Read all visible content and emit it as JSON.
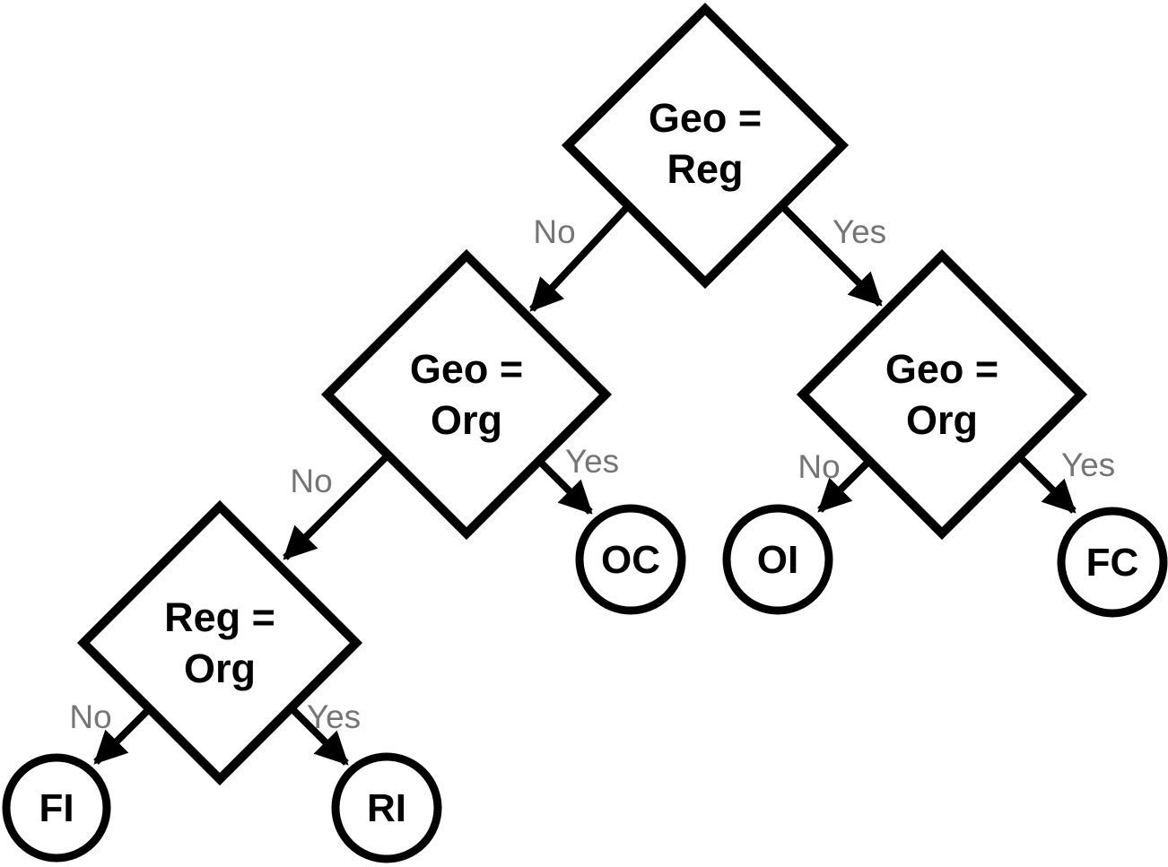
{
  "diagram": {
    "type": "decision-tree",
    "colors": {
      "background": "#ffffff",
      "node_stroke": "#000000",
      "node_fill": "#ffffff",
      "node_text": "#000000",
      "edge_stroke": "#000000",
      "edge_label_text": "#757575"
    },
    "nodes": {
      "geo_reg": {
        "shape": "diamond",
        "line1": "Geo =",
        "line2": "Reg"
      },
      "geo_org_left": {
        "shape": "diamond",
        "line1": "Geo =",
        "line2": "Org"
      },
      "geo_org_right": {
        "shape": "diamond",
        "line1": "Geo =",
        "line2": "Org"
      },
      "reg_org": {
        "shape": "diamond",
        "line1": "Reg =",
        "line2": "Org"
      },
      "oc": {
        "shape": "circle",
        "label": "OC"
      },
      "oi": {
        "shape": "circle",
        "label": "OI"
      },
      "fc": {
        "shape": "circle",
        "label": "FC"
      },
      "fi": {
        "shape": "circle",
        "label": "FI"
      },
      "ri": {
        "shape": "circle",
        "label": "RI"
      }
    },
    "edges": {
      "geo_reg_no": {
        "from": "geo_reg",
        "to": "geo_org_left",
        "label": "No"
      },
      "geo_reg_yes": {
        "from": "geo_reg",
        "to": "geo_org_right",
        "label": "Yes"
      },
      "geo_org_left_no": {
        "from": "geo_org_left",
        "to": "reg_org",
        "label": "No"
      },
      "geo_org_left_yes": {
        "from": "geo_org_left",
        "to": "oc",
        "label": "Yes"
      },
      "geo_org_right_no": {
        "from": "geo_org_right",
        "to": "oi",
        "label": "No"
      },
      "geo_org_right_yes": {
        "from": "geo_org_right",
        "to": "fc",
        "label": "Yes"
      },
      "reg_org_no": {
        "from": "reg_org",
        "to": "fi",
        "label": "No"
      },
      "reg_org_yes": {
        "from": "reg_org",
        "to": "ri",
        "label": "Yes"
      }
    }
  }
}
